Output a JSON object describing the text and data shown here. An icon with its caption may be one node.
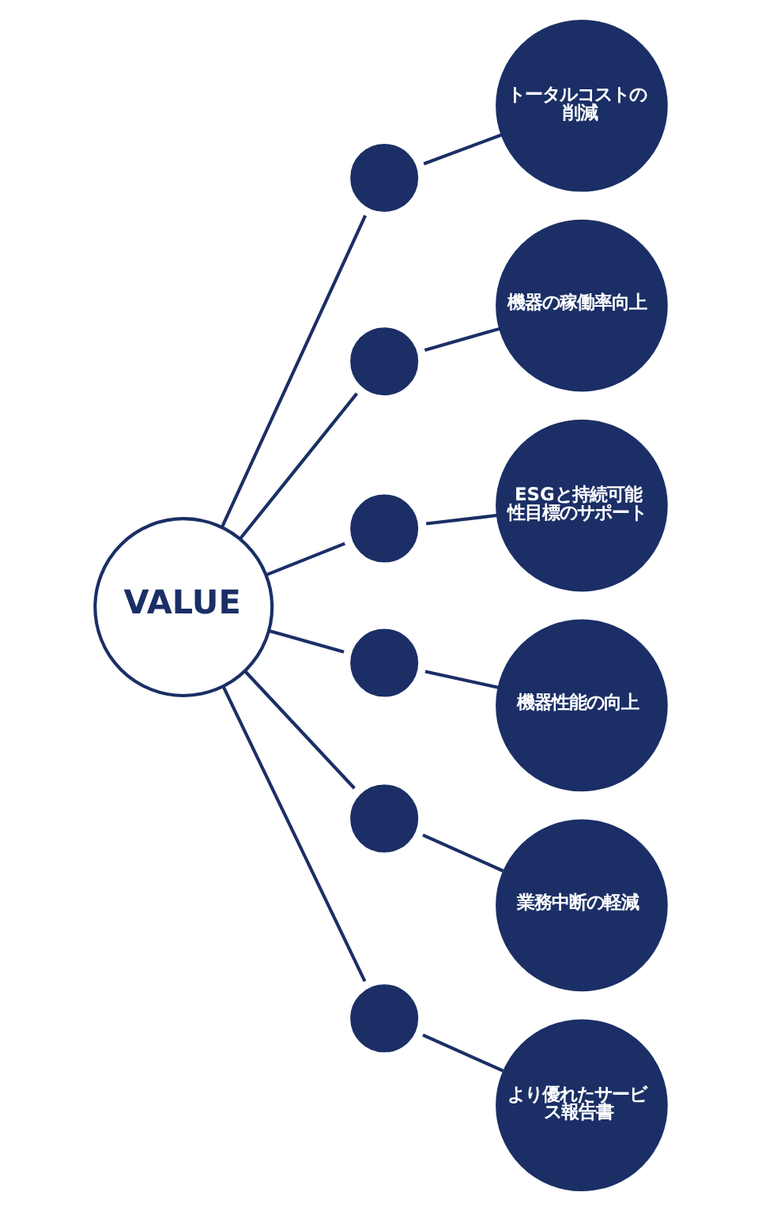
{
  "diagram": {
    "nodes": [
      {
        "text": [
          "VALUE"
        ]
      },
      {
        "text": [],
        "shape": "circle"
      },
      {
        "text": [
          "トータルコストの削減"
        ]
      },
      {
        "text": [],
        "shape": "circle"
      },
      {
        "text": [
          "機器の稼働率向上"
        ]
      },
      {
        "text": [],
        "shape": "circle"
      },
      {
        "text": [
          "ESGと持続可能性目標のサポート"
        ]
      },
      {
        "text": [],
        "shape": "circle"
      },
      {
        "text": [
          "機器性能の向上"
        ]
      },
      {
        "text": [],
        "shape": "circle"
      },
      {
        "text": [
          "業務中断の軽減"
        ]
      },
      {
        "text": [],
        "shape": "circle"
      },
      {
        "text": [
          "より優れたサービス報告書"
        ]
      }
    ],
    "edges": [
      {
        "from": 0,
        "to": 1,
        "arrow": "none"
      },
      {
        "from": 1,
        "to": 2,
        "arrow": "none"
      },
      {
        "from": 0,
        "to": 3,
        "arrow": "none"
      },
      {
        "from": 3,
        "to": 4,
        "arrow": "none"
      },
      {
        "from": 0,
        "to": 5,
        "arrow": "none"
      },
      {
        "from": 5,
        "to": 6,
        "arrow": "none"
      },
      {
        "from": 0,
        "to": 7,
        "arrow": "none"
      },
      {
        "from": 7,
        "to": 8,
        "arrow": "none"
      },
      {
        "from": 0,
        "to": 9,
        "arrow": "none"
      },
      {
        "from": 9,
        "to": 10,
        "arrow": "none"
      },
      {
        "from": 0,
        "to": 11,
        "arrow": "none"
      },
      {
        "from": 11,
        "to": 12,
        "arrow": "none"
      }
    ]
  }
}
